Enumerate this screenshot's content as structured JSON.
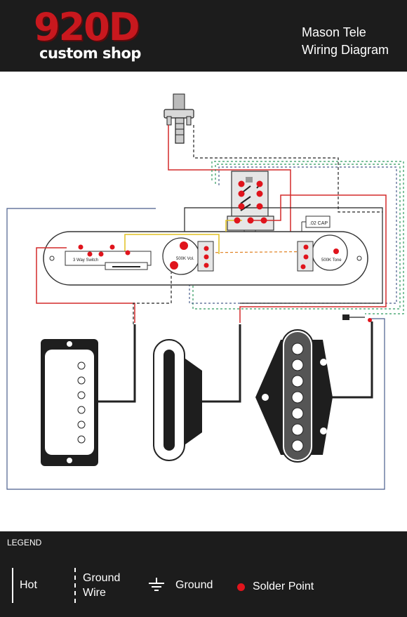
{
  "brand": {
    "number": "920D",
    "subtitle": "custom shop"
  },
  "title": {
    "line1": "Mason Tele",
    "line2": "Wiring Diagram"
  },
  "labels": {
    "cap": ".02 CAP",
    "switch": "3 Way Switch",
    "volume": "500K Vol.",
    "tone": "500K Tone"
  },
  "legend": {
    "heading": "LEGEND",
    "hot": "Hot",
    "ground_wire_1": "Ground",
    "ground_wire_2": "Wire",
    "ground": "Ground",
    "solder": "Solder Point"
  },
  "colors": {
    "hot": "#d42a2a",
    "ground": "#222222",
    "blue": "#4a5e8c",
    "yellow": "#e0c020",
    "green": "#2f9a5e",
    "solder": "#e0141c",
    "brand_red": "#c8181e"
  }
}
